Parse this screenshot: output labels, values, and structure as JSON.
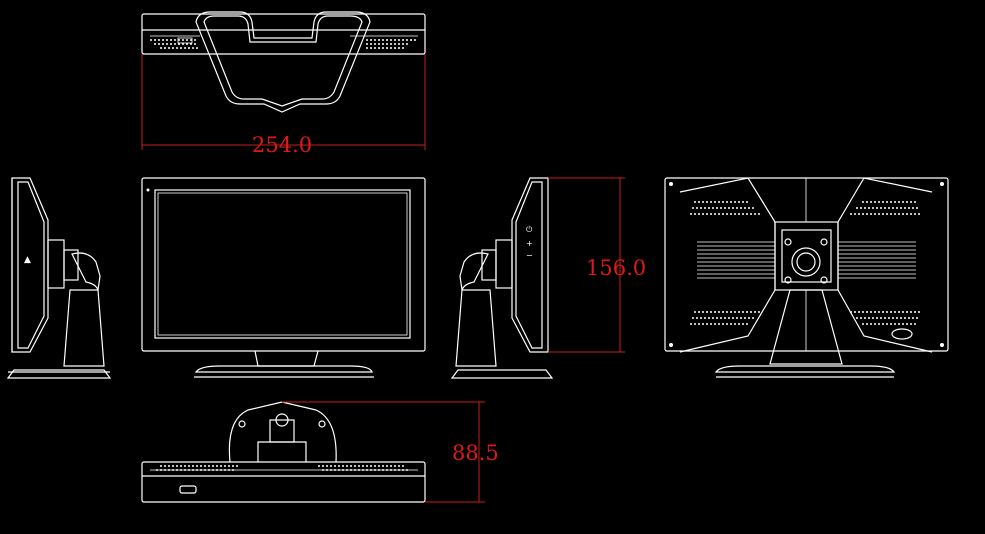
{
  "drawing": {
    "background": "#000000",
    "line_color": "#ffffff",
    "dimension_color": "#e01818"
  },
  "dimensions": {
    "width": "254.0",
    "height": "156.0",
    "depth": "88.5"
  }
}
